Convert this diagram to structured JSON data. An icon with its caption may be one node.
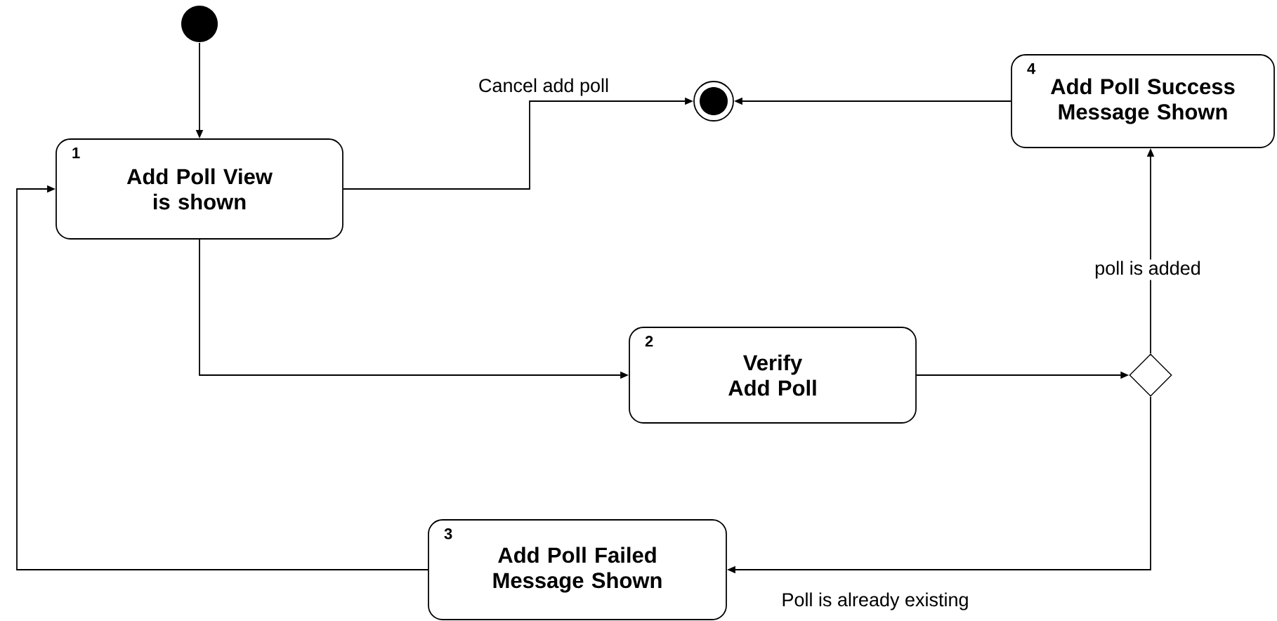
{
  "diagram": {
    "nodes": [
      {
        "text": [],
        "shape": "dot"
      },
      {
        "text": [
          "1",
          "Add Poll View is shown"
        ]
      },
      {
        "text": [],
        "shape": "bullseye"
      },
      {
        "text": [
          "4",
          "Add Poll Success Message Shown"
        ]
      },
      {
        "text": [
          "2",
          "Verify Add Poll"
        ]
      },
      {
        "text": [],
        "shape": "diamond"
      },
      {
        "text": [
          "3",
          "Add Poll Failed Message Shown"
        ]
      }
    ],
    "edges": [
      {
        "from": 0,
        "to": 1,
        "arrow": "to"
      },
      {
        "from": 1,
        "to": 2,
        "arrow": "to",
        "label": "Cancel add poll"
      },
      {
        "from": 3,
        "to": 2,
        "arrow": "to"
      },
      {
        "from": 1,
        "to": 4,
        "arrow": "to"
      },
      {
        "from": 4,
        "to": 5,
        "arrow": "to"
      },
      {
        "from": 5,
        "to": 3,
        "arrow": "to",
        "label": "poll is added"
      },
      {
        "from": 5,
        "to": 6,
        "arrow": "to",
        "label": "Poll is already existing"
      },
      {
        "from": 6,
        "to": 1,
        "arrow": "to"
      }
    ]
  }
}
